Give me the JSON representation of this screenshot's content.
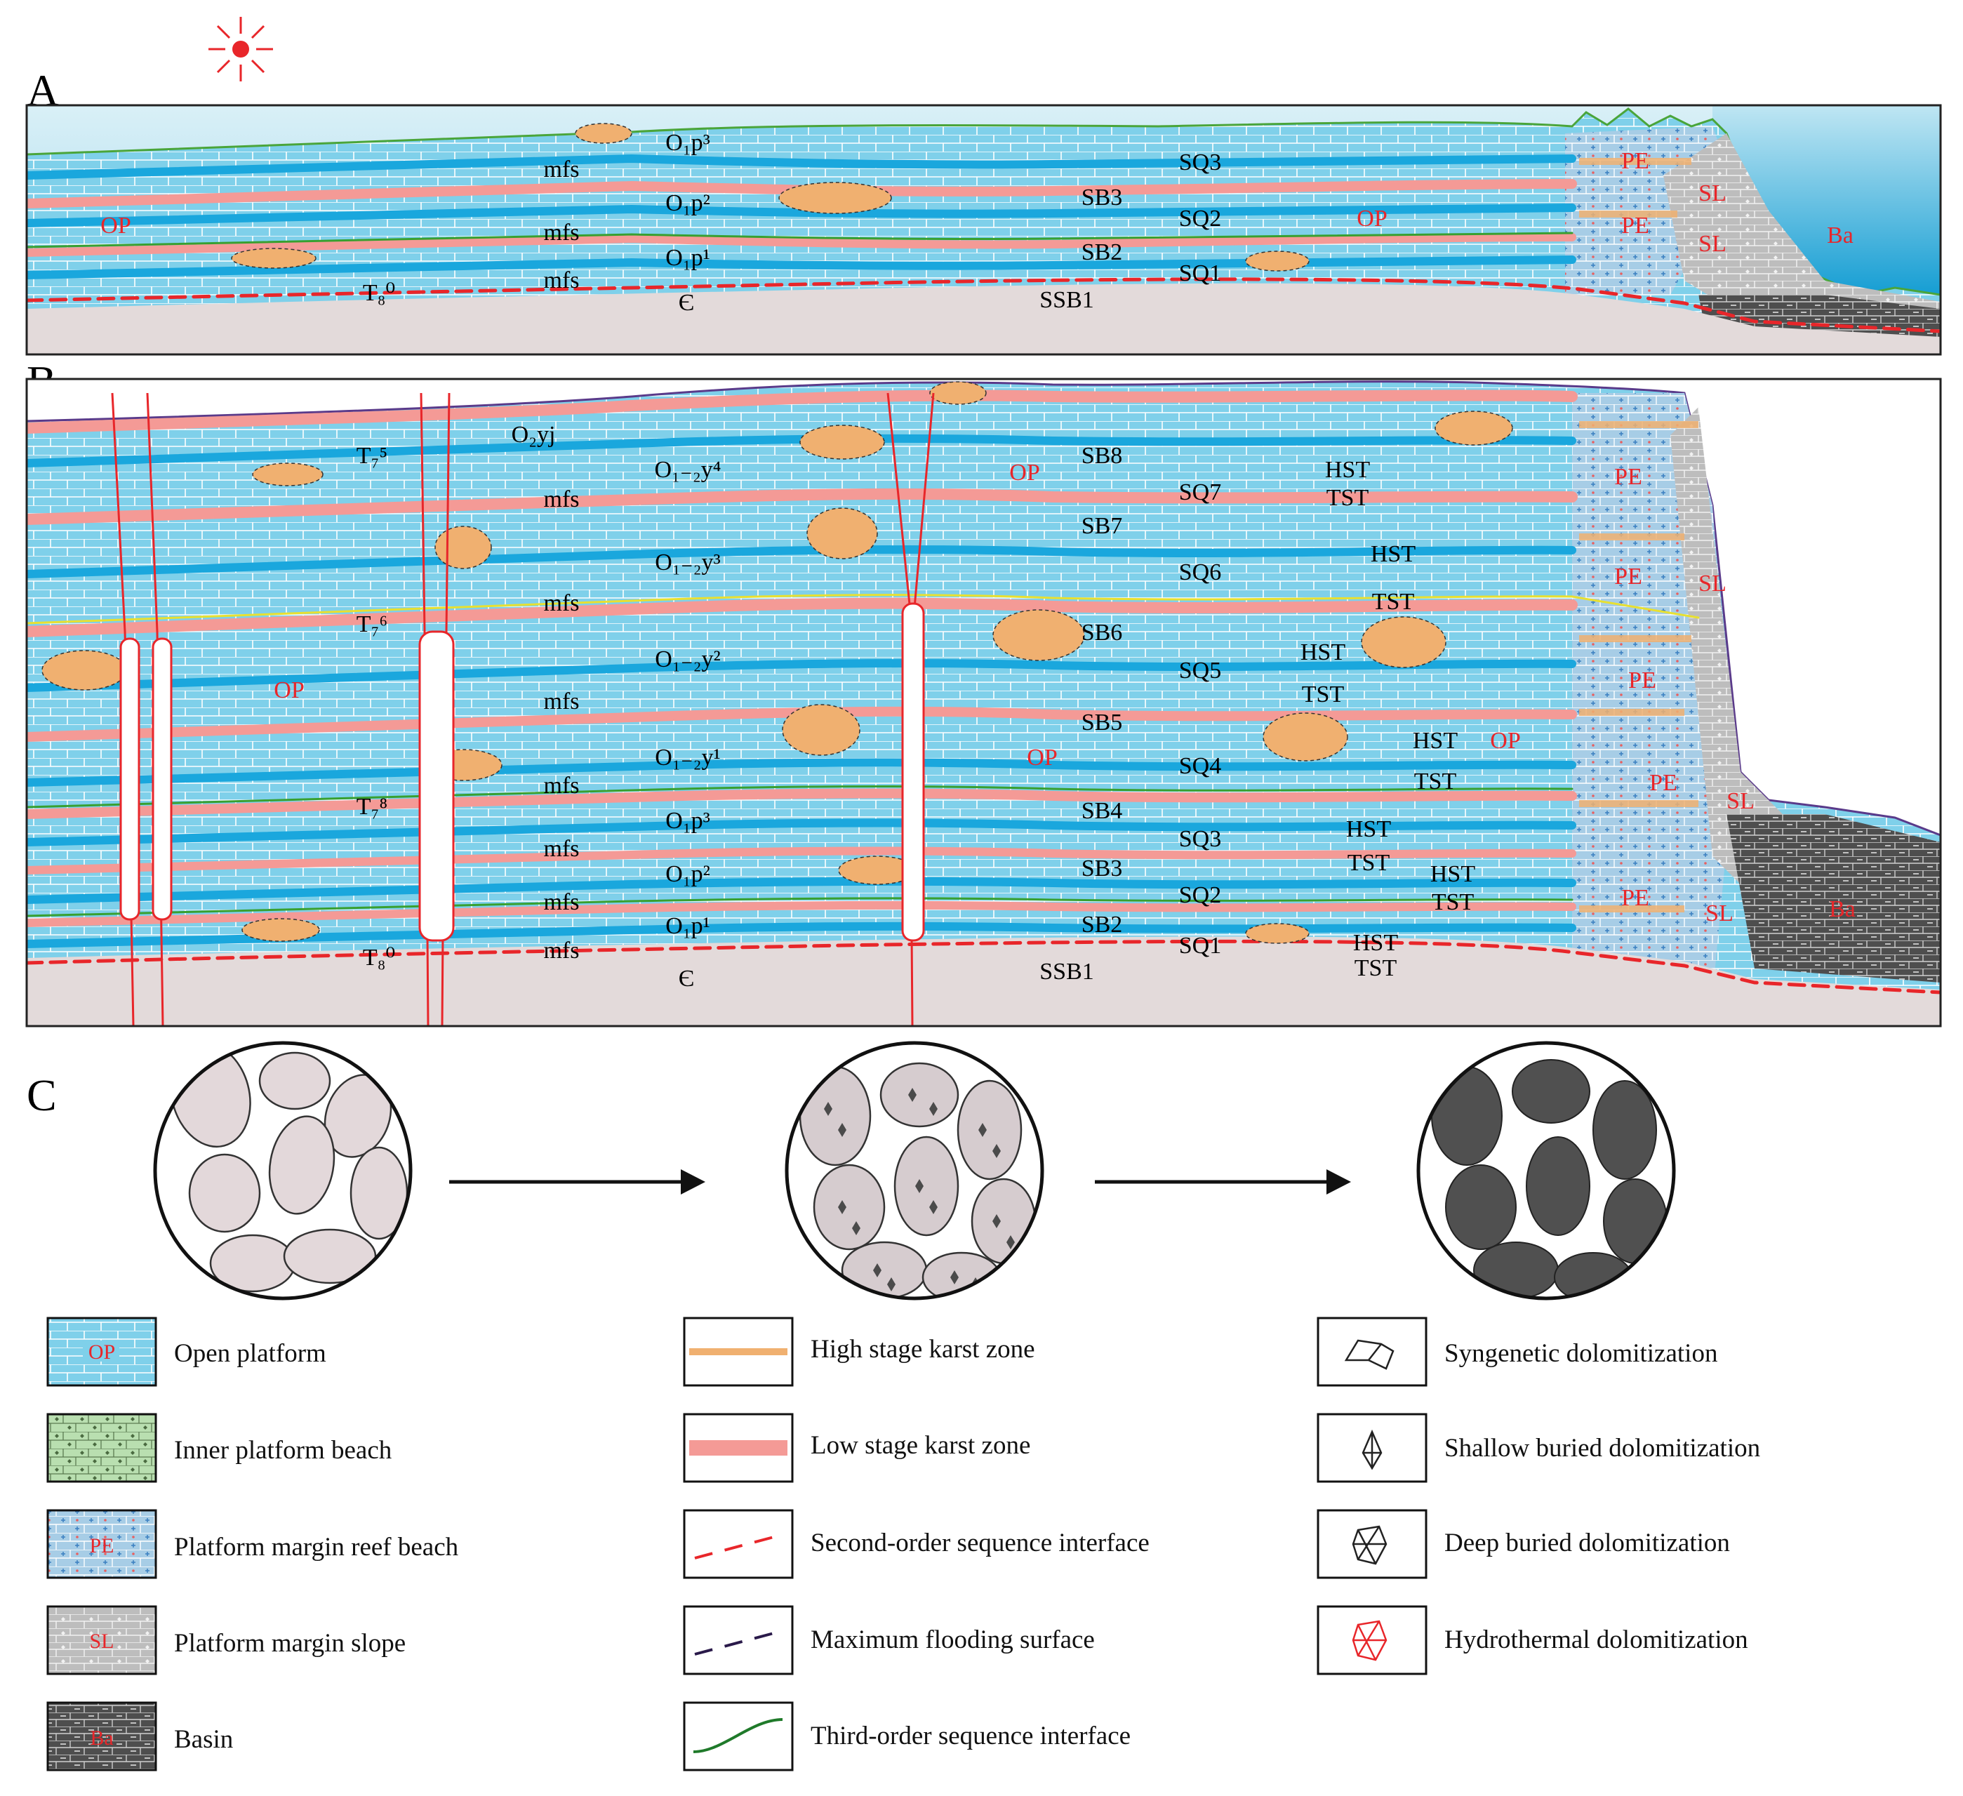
{
  "panels": {
    "a": "A",
    "b": "B",
    "c": "C"
  },
  "colors": {
    "platform": "#7fd0ea",
    "sky_top": "#cfeaf4",
    "sky_bottom": "#2aa7d8",
    "basement": "#e4dcdc",
    "karst_low": "#f49a96",
    "karst_high": "#f0b070",
    "band_blue": "#1aa7dd",
    "reef": "#9ec9e4",
    "slope": "#b9b9b9",
    "basin": "#555555",
    "red": "#e8262a",
    "green": "#38a030"
  },
  "panel_a": {
    "strat": {
      "p3": "O₁p³",
      "p2": "O₁p²",
      "p1": "O₁p¹"
    },
    "mfs": "mfs",
    "T8": "T₈⁰",
    "cambrian": "Є",
    "OP": "OP",
    "PE": "PE",
    "SL": "SL",
    "Ba": "Ba",
    "SB3": "SB3",
    "SB2": "SB2",
    "SSB1": "SSB1",
    "SQ3": "SQ3",
    "SQ2": "SQ2",
    "SQ1": "SQ1"
  },
  "panel_b": {
    "O2yj": "O₂yj",
    "y4": "O₁₋₂y⁴",
    "y3": "O₁₋₂y³",
    "y2": "O₁₋₂y²",
    "y1": "O₁₋₂y¹",
    "p3": "O₁p³",
    "p2": "O₁p²",
    "p1": "O₁p¹",
    "T7_5": "T₇⁵",
    "T7_6": "T₇⁶",
    "T7_8": "T₇⁸",
    "T8_0": "T₈⁰",
    "mfs": "mfs",
    "cambrian": "Є",
    "OP": "OP",
    "PE": "PE",
    "SL": "SL",
    "Ba": "Ba",
    "HST": "HST",
    "TST": "TST",
    "SB8": "SB8",
    "SB7": "SB7",
    "SB6": "SB6",
    "SB5": "SB5",
    "SB4": "SB4",
    "SB3": "SB3",
    "SB2": "SB2",
    "SSB1": "SSB1",
    "SQ7": "SQ7",
    "SQ6": "SQ6",
    "SQ5": "SQ5",
    "SQ4": "SQ4",
    "SQ3": "SQ3",
    "SQ2": "SQ2",
    "SQ1": "SQ1"
  },
  "legend": {
    "facies": [
      {
        "code": "OP",
        "label": "Open platform"
      },
      {
        "code": "",
        "label": "Inner platform beach"
      },
      {
        "code": "PE",
        "label": "Platform margin reef beach"
      },
      {
        "code": "SL",
        "label": "Platform margin slope"
      },
      {
        "code": "Ba",
        "label": "Basin"
      }
    ],
    "lines": [
      {
        "label": "High stage karst zone"
      },
      {
        "label": "Low stage karst zone"
      },
      {
        "label": "Second-order sequence interface"
      },
      {
        "label": "Maximum flooding surface"
      },
      {
        "label": "Third-order sequence interface"
      }
    ],
    "dolomitization": [
      {
        "label": "Syngenetic dolomitization"
      },
      {
        "label": "Shallow buried dolomitization"
      },
      {
        "label": "Deep buried dolomitization"
      },
      {
        "label": "Hydrothermal dolomitization"
      }
    ]
  }
}
